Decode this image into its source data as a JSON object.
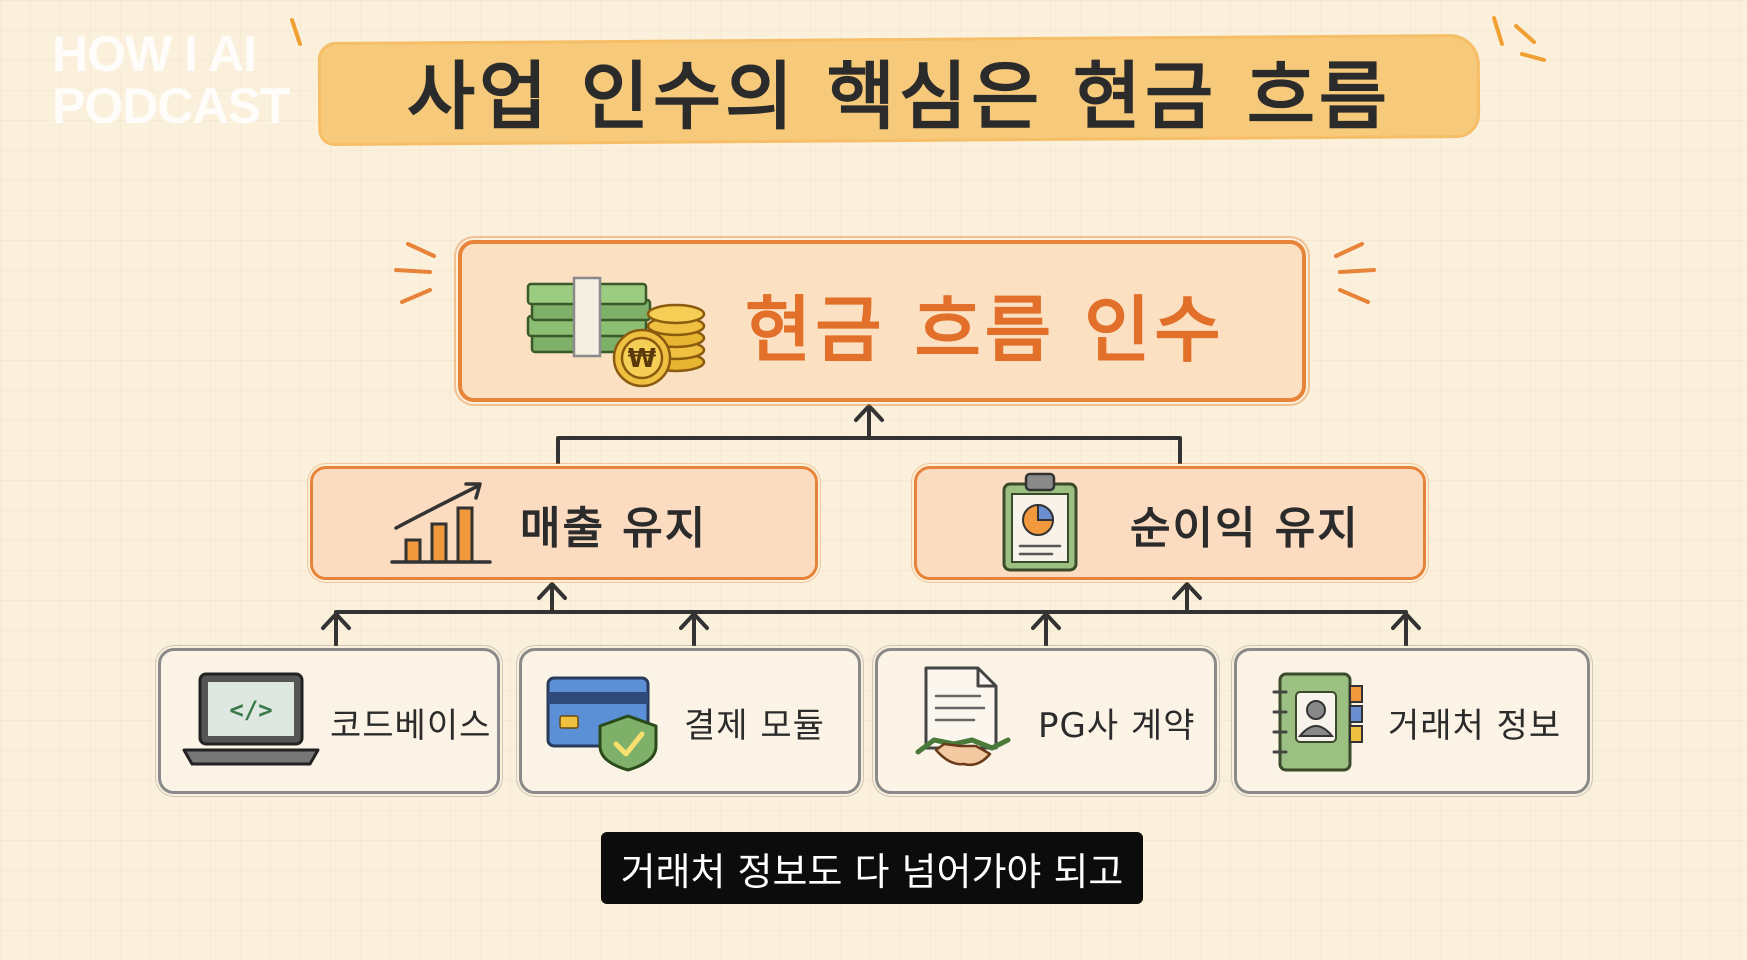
{
  "watermark": {
    "line1": "HOW I AI",
    "line2": "PODCAST"
  },
  "title": "사업 인수의 핵심은 현금 흐름",
  "top_node": {
    "label": "현금 흐름 인수",
    "icon": "money-coins-icon"
  },
  "mid_nodes": [
    {
      "label": "매출 유지",
      "icon": "bar-chart-growth-icon"
    },
    {
      "label": "순이익 유지",
      "icon": "clipboard-pie-chart-icon"
    }
  ],
  "bottom_nodes": [
    {
      "label": "코드베이스",
      "icon": "laptop-code-icon"
    },
    {
      "label": "결제 모듈",
      "icon": "credit-card-shield-icon"
    },
    {
      "label": "PG사 계약",
      "icon": "contract-handshake-icon"
    },
    {
      "label": "거래처 정보",
      "icon": "address-book-icon"
    }
  ],
  "caption": "거래처 정보도 다 넘어가야 되고",
  "colors": {
    "background": "#faf0dc",
    "title_highlight": "#f7c97a",
    "accent_orange": "#e8843a",
    "main_text_orange": "#e2702a",
    "box_fill": "#fbdcc0",
    "bottom_box_fill": "#fbf4e6",
    "connector": "#333333",
    "caption_bg": "#0c0c0c"
  }
}
